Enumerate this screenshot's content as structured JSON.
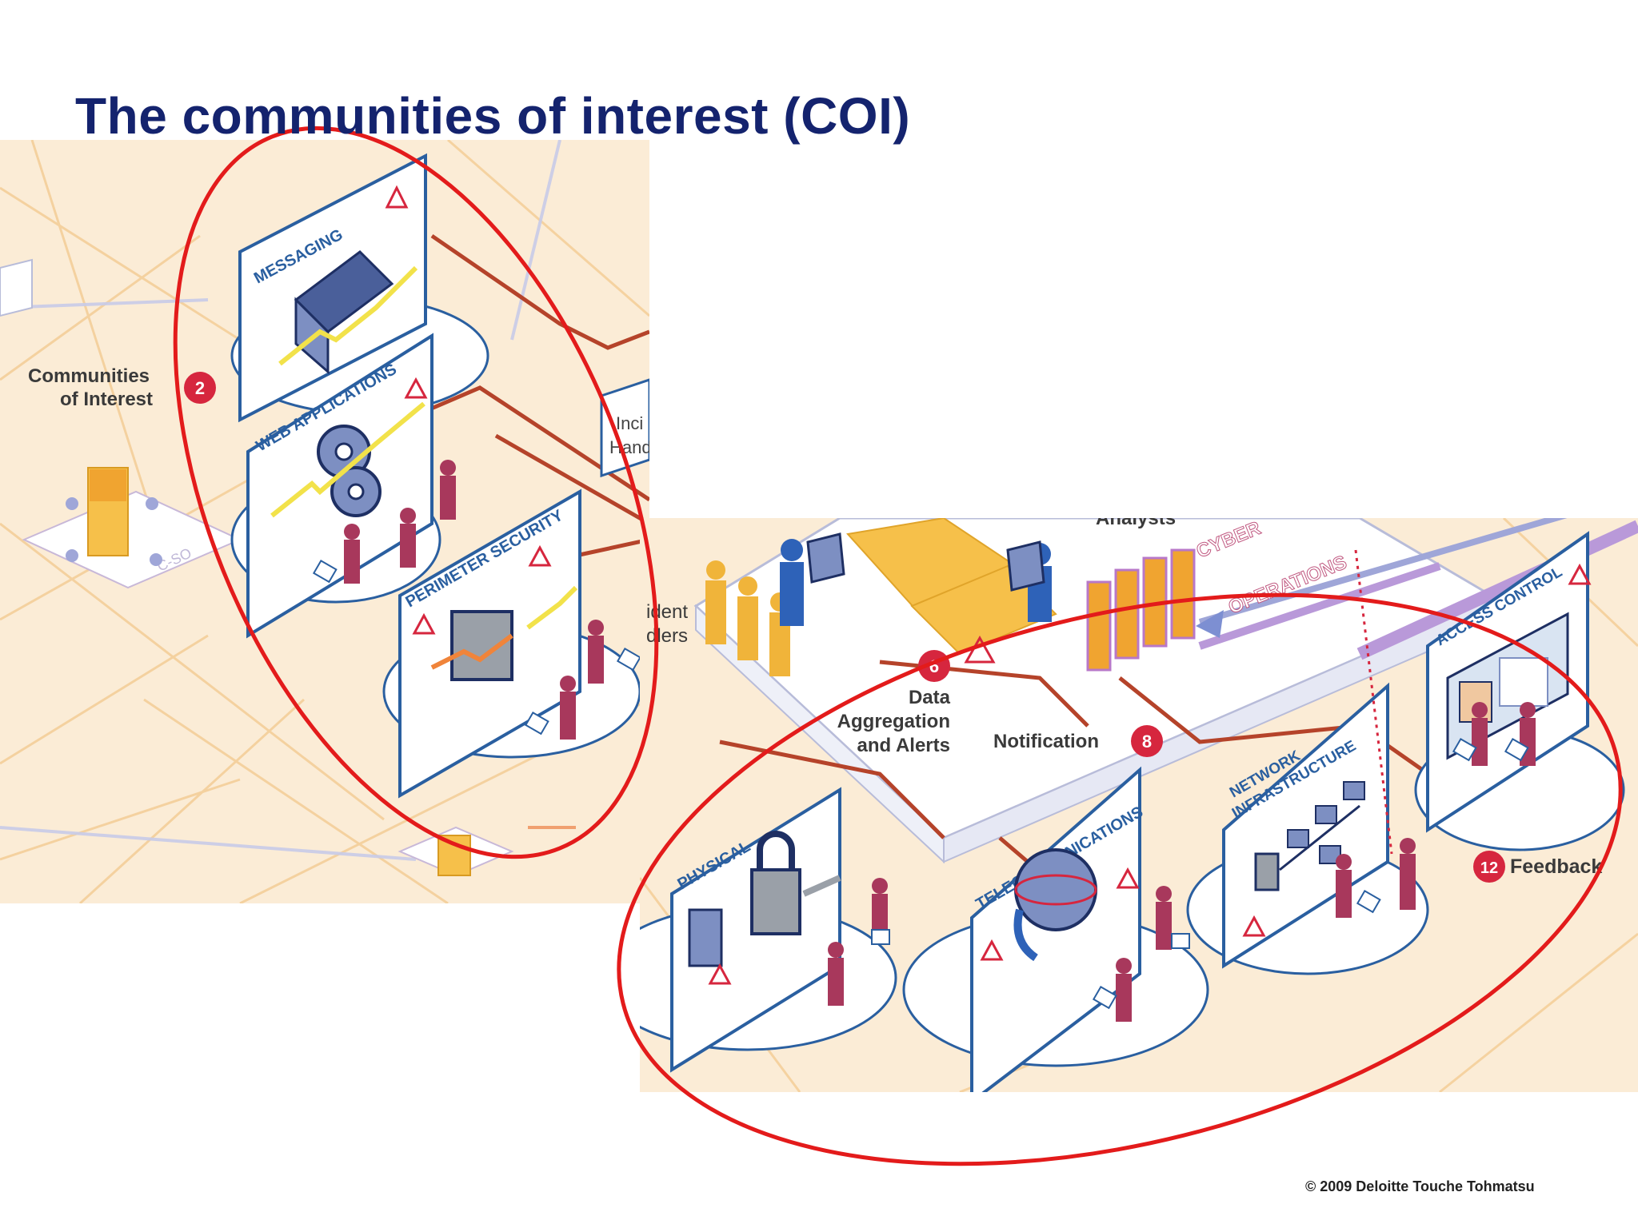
{
  "title": "The communities of interest (COI)",
  "copyright": "© 2009 Deloitte Touche Tohmatsu",
  "left_panel": {
    "communities_label_line1": "Communities",
    "communities_label_line2": "of Interest",
    "communities_badge": "2",
    "messaging": "MESSAGING",
    "web_applications": "WEB APPLICATIONS",
    "perimeter_security": "PERIMETER SECURITY",
    "incident_fragment_1": "Inci",
    "incident_fragment_2": "Hand",
    "csoc_fragment": "C-SO"
  },
  "right_panel": {
    "analysts_fragment": "Analysts",
    "incident_handlers_1": "ident",
    "incident_handlers_2": "dlers",
    "data_badge": "6",
    "data_line1": "Data",
    "data_line2": "Aggregation",
    "data_line3": "and Alerts",
    "notification": "Notification",
    "notification_badge": "8",
    "cyber_operations_1": "CYBER",
    "cyber_operations_2": "OPERATIONS",
    "access_control": "ACCESS CONTROL",
    "network_infrastructure_1": "NETWORK",
    "network_infrastructure_2": "INFRASTRUCTURE",
    "telecommunications": "TELECOMMUNICATIONS",
    "physical": "PHYSICAL",
    "feedback_badge": "12",
    "feedback": "Feedback"
  },
  "colors": {
    "title": "#14236e",
    "highlight_ellipse": "#e31b1b",
    "badge": "#d6263e",
    "connector": "#b5432a",
    "person": "#a8385c",
    "panel_outline": "#2a5fa0"
  }
}
